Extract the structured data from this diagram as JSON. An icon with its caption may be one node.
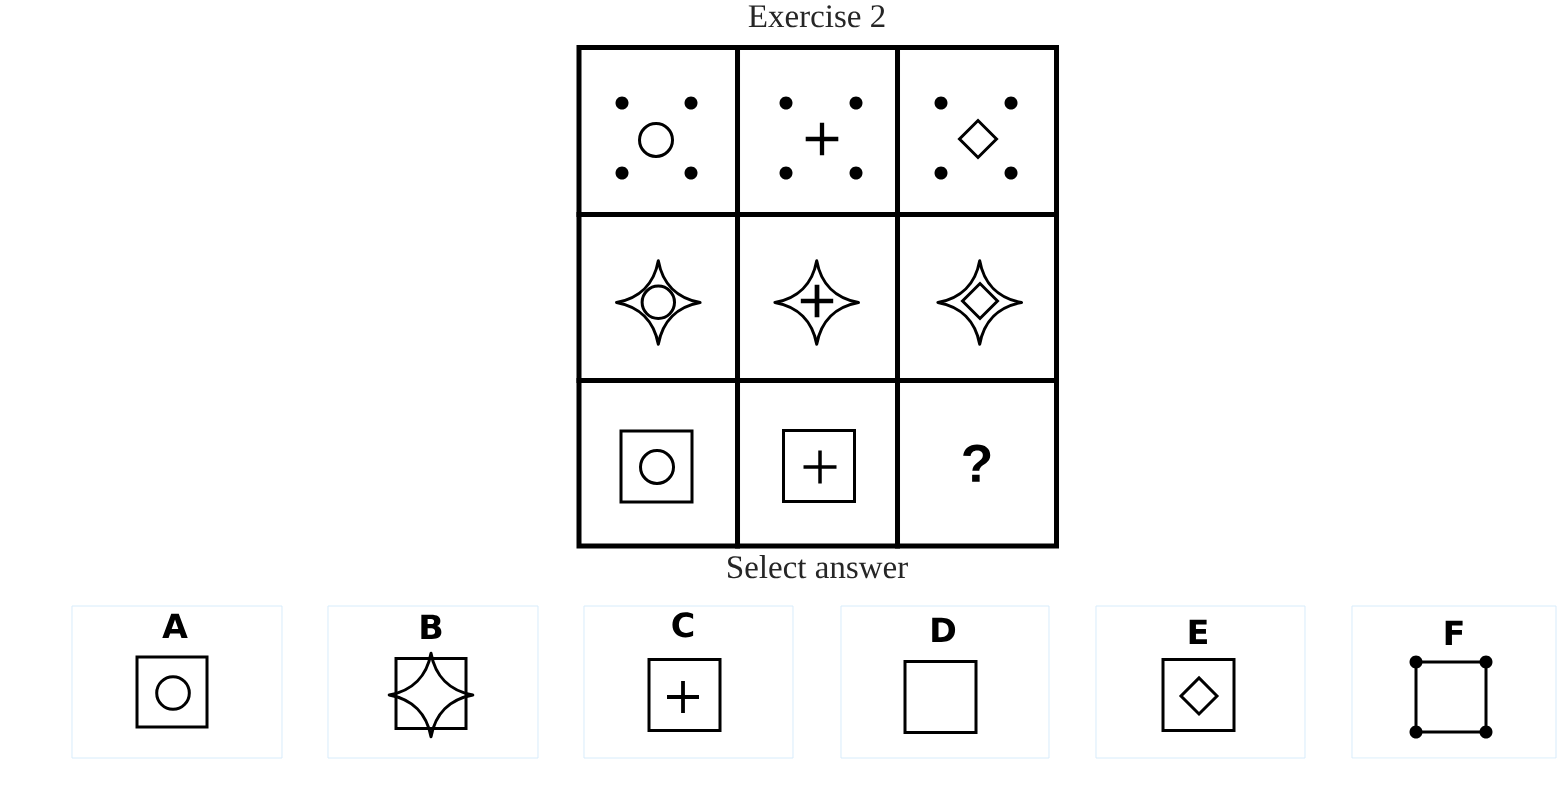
{
  "diagram": {
    "title": "Exercise 2",
    "nodes": [
      {
        "text": [],
        "shape": "box"
      },
      {
        "text": [],
        "shape": "box"
      },
      {
        "text": [],
        "shape": "box"
      },
      {
        "text": [],
        "shape": "box"
      },
      {
        "text": [],
        "shape": "box"
      },
      {
        "text": [],
        "shape": "box"
      },
      {
        "text": [],
        "shape": "box"
      },
      {
        "text": [],
        "shape": "box"
      },
      {
        "text": [
          "?"
        ]
      },
      {
        "text": [
          "A"
        ]
      },
      {
        "text": [
          "B"
        ]
      },
      {
        "text": [
          "C"
        ]
      },
      {
        "text": [
          "D"
        ]
      },
      {
        "text": [
          "E"
        ]
      },
      {
        "text": [
          "F"
        ]
      }
    ],
    "labels": [
      "Select answer"
    ]
  }
}
